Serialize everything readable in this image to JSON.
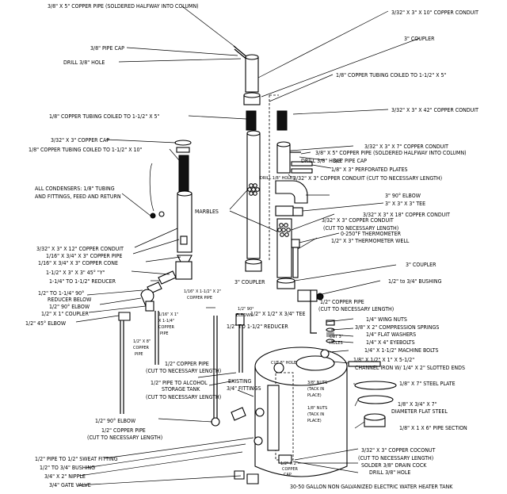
{
  "labels": {
    "l01": "3/8\" X 5\" COPPER PIPE (SOLDERED HALFWAY INTO COLUMN)",
    "l02": "3/32\" X 3\" X 10\" COPPER CONDUIT",
    "l03": "3\" COUPLER",
    "l04": "3/8\" PIPE CAP",
    "l05": "DRILL 3/8\" HOLE",
    "l06": "1/8\" COPPER TUBING COILED TO 1-1/2\" X 5\"",
    "l07": "1/8\" COPPER TUBING COILED TO 1-1/2\" X 5\"",
    "l08": "3/32\" X 3\" X 42\" COPPER CONDUIT",
    "l09": "3/32\" X 3\" COPPER CAP",
    "l10": "1/8\" COPPER TUBING COILED TO 1-1/2\" X 10\"",
    "l11": "3/32\" X 3\" X 7\" COPPER CONDUIT",
    "l12": "3/8\" X 5\" COPPER PIPE (SOLDERED HALFWAY INTO COLUMN)",
    "l13": "DRILL 3/8\" HOLE",
    "l14": "3/8\" PIPE CAP",
    "l15": "1/8\" X 3\" PERFORATED PLATES",
    "l16": "3/32\" X 3\" COPPER CONDUIT (CUT TO NECESSARY LENGTH)",
    "l17": "ALL CONDENSERS: 1/8\" TUBING",
    "l18": "AND FITTINGS, FEED AND RETURN",
    "l19": "DRILL 1/8\" HOLES",
    "l20": "3\" 90° ELBOW",
    "l21": "MARBLES",
    "l22": "3\" X 3\" X 3\" TEE",
    "l23": "3/32\" X 3\" X 18\" COPPER CONDUIT",
    "l24": "3/32\" X 3\" COPPER CONDUIT",
    "l25": "(CUT TO NECESSARY LENGTH)",
    "l26": "0-250°F THERMOMETER",
    "l27": "1/2\" X 3\" THERMOMETER WELL",
    "l28": "3/32\" X 3\" X 12\" COPPER CONDUIT",
    "l29": "1/16\" X 3/4\" X 3\" COPPER PIPE",
    "l30": "1/16\" X 3/4\" X 3\" COPPER CONE",
    "l31": "1-1/2\" X 3\" X 3\" 45° \"Y\"",
    "l32": "1-1/4\" TO 1-1/2\" REDUCER",
    "l33": "3\" COUPLER",
    "l34": "1/2\" to 3/4\" BUSHING",
    "l35": "1/2\" TO 1-1/4\" 90°",
    "l36": "REDUCER BELOW",
    "l37": "1/2\" 90° ELBOW",
    "l38": "1/2\" X 1\" COUPLER",
    "l39": "1/2\" 45° ELBOW",
    "l40": "1/16\" X 1-1/2\" X 2\"",
    "l41": "COPPER PIPE",
    "l42": "3\" COUPLER",
    "l43": "1/2\" 90°",
    "l44": "ELBOWS",
    "l45": "1/2\" X 1/2\" X 3/4\" TEE",
    "l46": "1/2\" COPPER PIPE",
    "l47": "(CUT TO NECESSARY LENGTH)",
    "l48": "1/16\" X 1\"",
    "l49": "X 1-1/4\"",
    "l50": "COPPER",
    "l51": "PIPE",
    "l52": "1/2\" X 8\"",
    "l53": "COPPER",
    "l54": "PIPE",
    "l55": "1/2\" TO 1-1/2\" REDUCER",
    "l56": "1/4\" WING NUTS",
    "l57": "3/8\" X 2\" COMPRESSION SPRINGS",
    "l58": "1/4\" FLAT WASHERS",
    "l59": "1/4\" X 4\" EYEBOLTS",
    "l60": "1/4\" X 1-1/2\" MACHINE BOLTS",
    "l61": "CUT 3\"",
    "l62": "HOLES",
    "l63": "CUT 8\" HOLE",
    "l64": "1/8\" X 1/2\" X 1\" X 5-1/2\"",
    "l65": "CHANNEL IRON W/ 1/4\" X 2\" SLOTTED ENDS",
    "l66": "1/2\" COPPER PIPE",
    "l67": "(CUT TO NECESSARY LENGTH)",
    "l68": "1/2\" PIPE TO ALCOHOL",
    "l69": "STORAGE TANK",
    "l70": "(CUT TO NECESSARY LENGTH)",
    "l71": "EXISTING",
    "l72": "3/4\" FITTINGS",
    "l73": "3/8\" NUTS",
    "l74": "(TACK IN",
    "l75": "PLACE)",
    "l76": "1/8\" X 7\" STEEL PLATE",
    "l77": "1/8\" X 3/4\" X 7\"",
    "l78": "DIAMETER FLAT STEEL",
    "l79": "1/8\" NUTS",
    "l80": "(TACK IN",
    "l81": "PLACE)",
    "l82": "1/8\" X 1 X 6\" PIPE SECTION",
    "l83": "1/2\" 90° ELBOW",
    "l84": "1/2\" COPPER PIPE",
    "l85": "(CUT TO NECESSARY LENGTH)",
    "l86": "1/2\" PIPE TO 1/2\" SWEAT FITTING",
    "l87": "1/2\" TO 3/4\" BUSHING",
    "l88": "3/4\" X 2\" NIPPLE",
    "l89": "3/4\" GATE VALVE",
    "l90": "3/32\" X 3\" COPPER COCONUT",
    "l91": "(CUT TO NECESSARY LENGTH)",
    "l92": "SOLDER 3/8\" DRAIN COCK",
    "l93": "DRILL 3/8\" HOLE",
    "l94": "1/2\" X 2\"",
    "l95": "COPPER",
    "l96": "CAP",
    "l97": "30-50 GALLON NON GALVANIZED ELECTRIC WATER HEATER TANK"
  }
}
